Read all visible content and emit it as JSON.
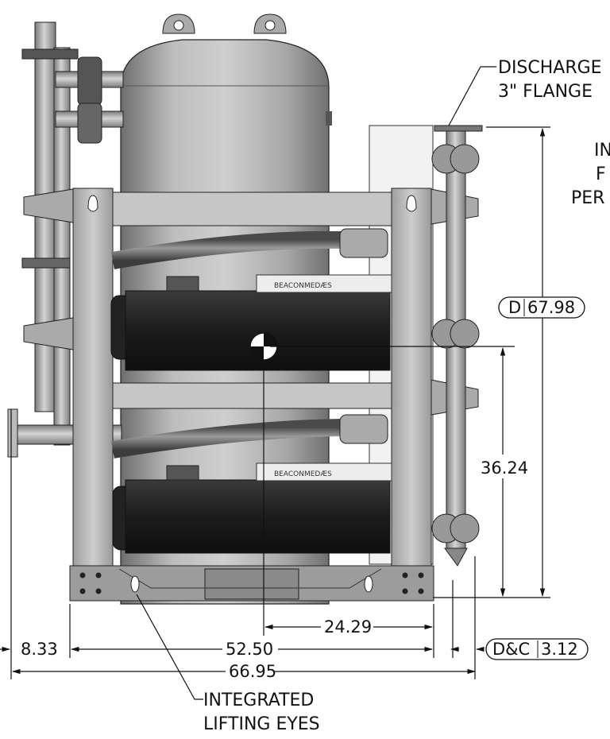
{
  "callouts": {
    "discharge_line1": "DISCHARGE",
    "discharge_line2": "3\" FLANGE",
    "cutoff_line1": "IN",
    "cutoff_line2": "F",
    "cutoff_line3": "PER",
    "lifting_line1": "INTEGRATED",
    "lifting_line2": "LIFTING EYES"
  },
  "dimensions": {
    "height_overall_prefix": "D",
    "height_overall": "67.98",
    "center_height": "36.24",
    "center_offset": "24.29",
    "left_offset": "8.33",
    "frame_width": "52.50",
    "overall_width": "66.95",
    "riser_prefix": "D&C",
    "riser_width": "3.12"
  },
  "nameplates": {
    "top_brand": "BEACONMEDÆS",
    "bottom_brand": "BEACONMEDÆS"
  }
}
